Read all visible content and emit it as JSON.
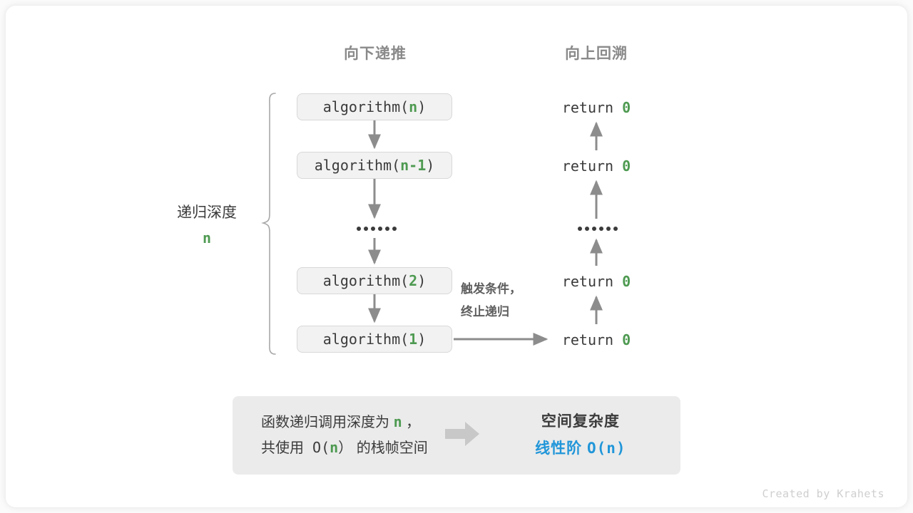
{
  "headers": {
    "down": "向下递推",
    "up": "向上回溯"
  },
  "depth": {
    "label": "递归深度",
    "value": "n"
  },
  "calls": [
    {
      "fn": "algorithm(",
      "arg": "n",
      "close": ")"
    },
    {
      "fn": "algorithm(",
      "arg": "n-1",
      "close": ")"
    },
    {
      "fn": "algorithm(",
      "arg": "2",
      "close": ")"
    },
    {
      "fn": "algorithm(",
      "arg": "1",
      "close": ")"
    }
  ],
  "returns": [
    {
      "keyword": "return",
      "value": "0"
    },
    {
      "keyword": "return",
      "value": "0"
    },
    {
      "keyword": "return",
      "value": "0"
    },
    {
      "keyword": "return",
      "value": "0"
    }
  ],
  "ellipsis": "••••••",
  "trigger_note": {
    "line1": "触发条件，",
    "line2": "终止递归"
  },
  "summary": {
    "left_line1_pre": "函数递归调用深度为 ",
    "left_line1_var": "n",
    "left_line1_post": " ，",
    "left_line2_pre": "共使用 O(",
    "left_line2_var": "n",
    "left_line2_post": "） 的栈帧空间",
    "arrow_icon": "right-block-arrow-icon",
    "right_title": "空间复杂度",
    "right_value_text": "线性阶 ",
    "right_value_bigo": "O(n)"
  },
  "credit": "Created by Krahets",
  "colors": {
    "green": "#4e9a51",
    "blue": "#2196d9",
    "text": "#3b3b3b",
    "muted": "#8a8a8a",
    "box_fill": "#f2f2f2",
    "box_border": "#d8d8d8",
    "panel_fill": "#ebebeb",
    "arrow_gray": "#8c8c8c",
    "block_arrow_gray": "#c8c8c8"
  }
}
